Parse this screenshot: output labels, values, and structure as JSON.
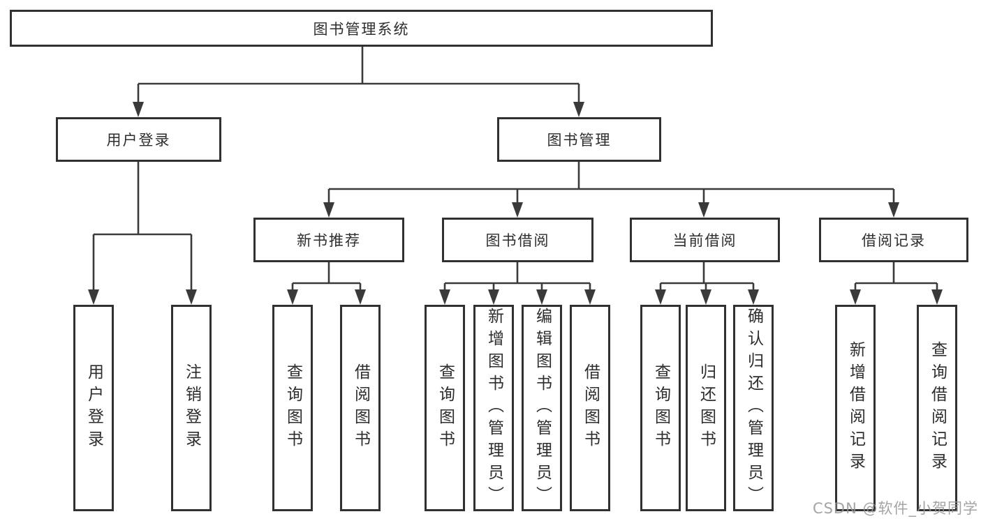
{
  "tree": {
    "label": "图书管理系统",
    "children": [
      {
        "label": "用户登录",
        "children": [
          {
            "label": "用户登录"
          },
          {
            "label": "注销登录"
          }
        ]
      },
      {
        "label": "图书管理",
        "children": [
          {
            "label": "新书推荐",
            "children": [
              {
                "label": "查询图书"
              },
              {
                "label": "借阅图书"
              }
            ]
          },
          {
            "label": "图书借阅",
            "children": [
              {
                "label": "查询图书"
              },
              {
                "label": "新增图书（管理员）"
              },
              {
                "label": "编辑图书（管理员）"
              },
              {
                "label": "借阅图书"
              }
            ]
          },
          {
            "label": "当前借阅",
            "children": [
              {
                "label": "查询图书"
              },
              {
                "label": "归还图书"
              },
              {
                "label": "确认归还（管理员）"
              }
            ]
          },
          {
            "label": "借阅记录",
            "children": [
              {
                "label": "新增借阅记录"
              },
              {
                "label": "查询借阅记录"
              }
            ]
          }
        ]
      }
    ]
  },
  "watermark": {
    "text": "CSDN @软件_小贺同学"
  },
  "colors": {
    "box_border": "#313131",
    "box_fill": "#ffffff",
    "line": "#3a3a3a",
    "text": "#2d2d2d",
    "watermark": "#949494"
  }
}
